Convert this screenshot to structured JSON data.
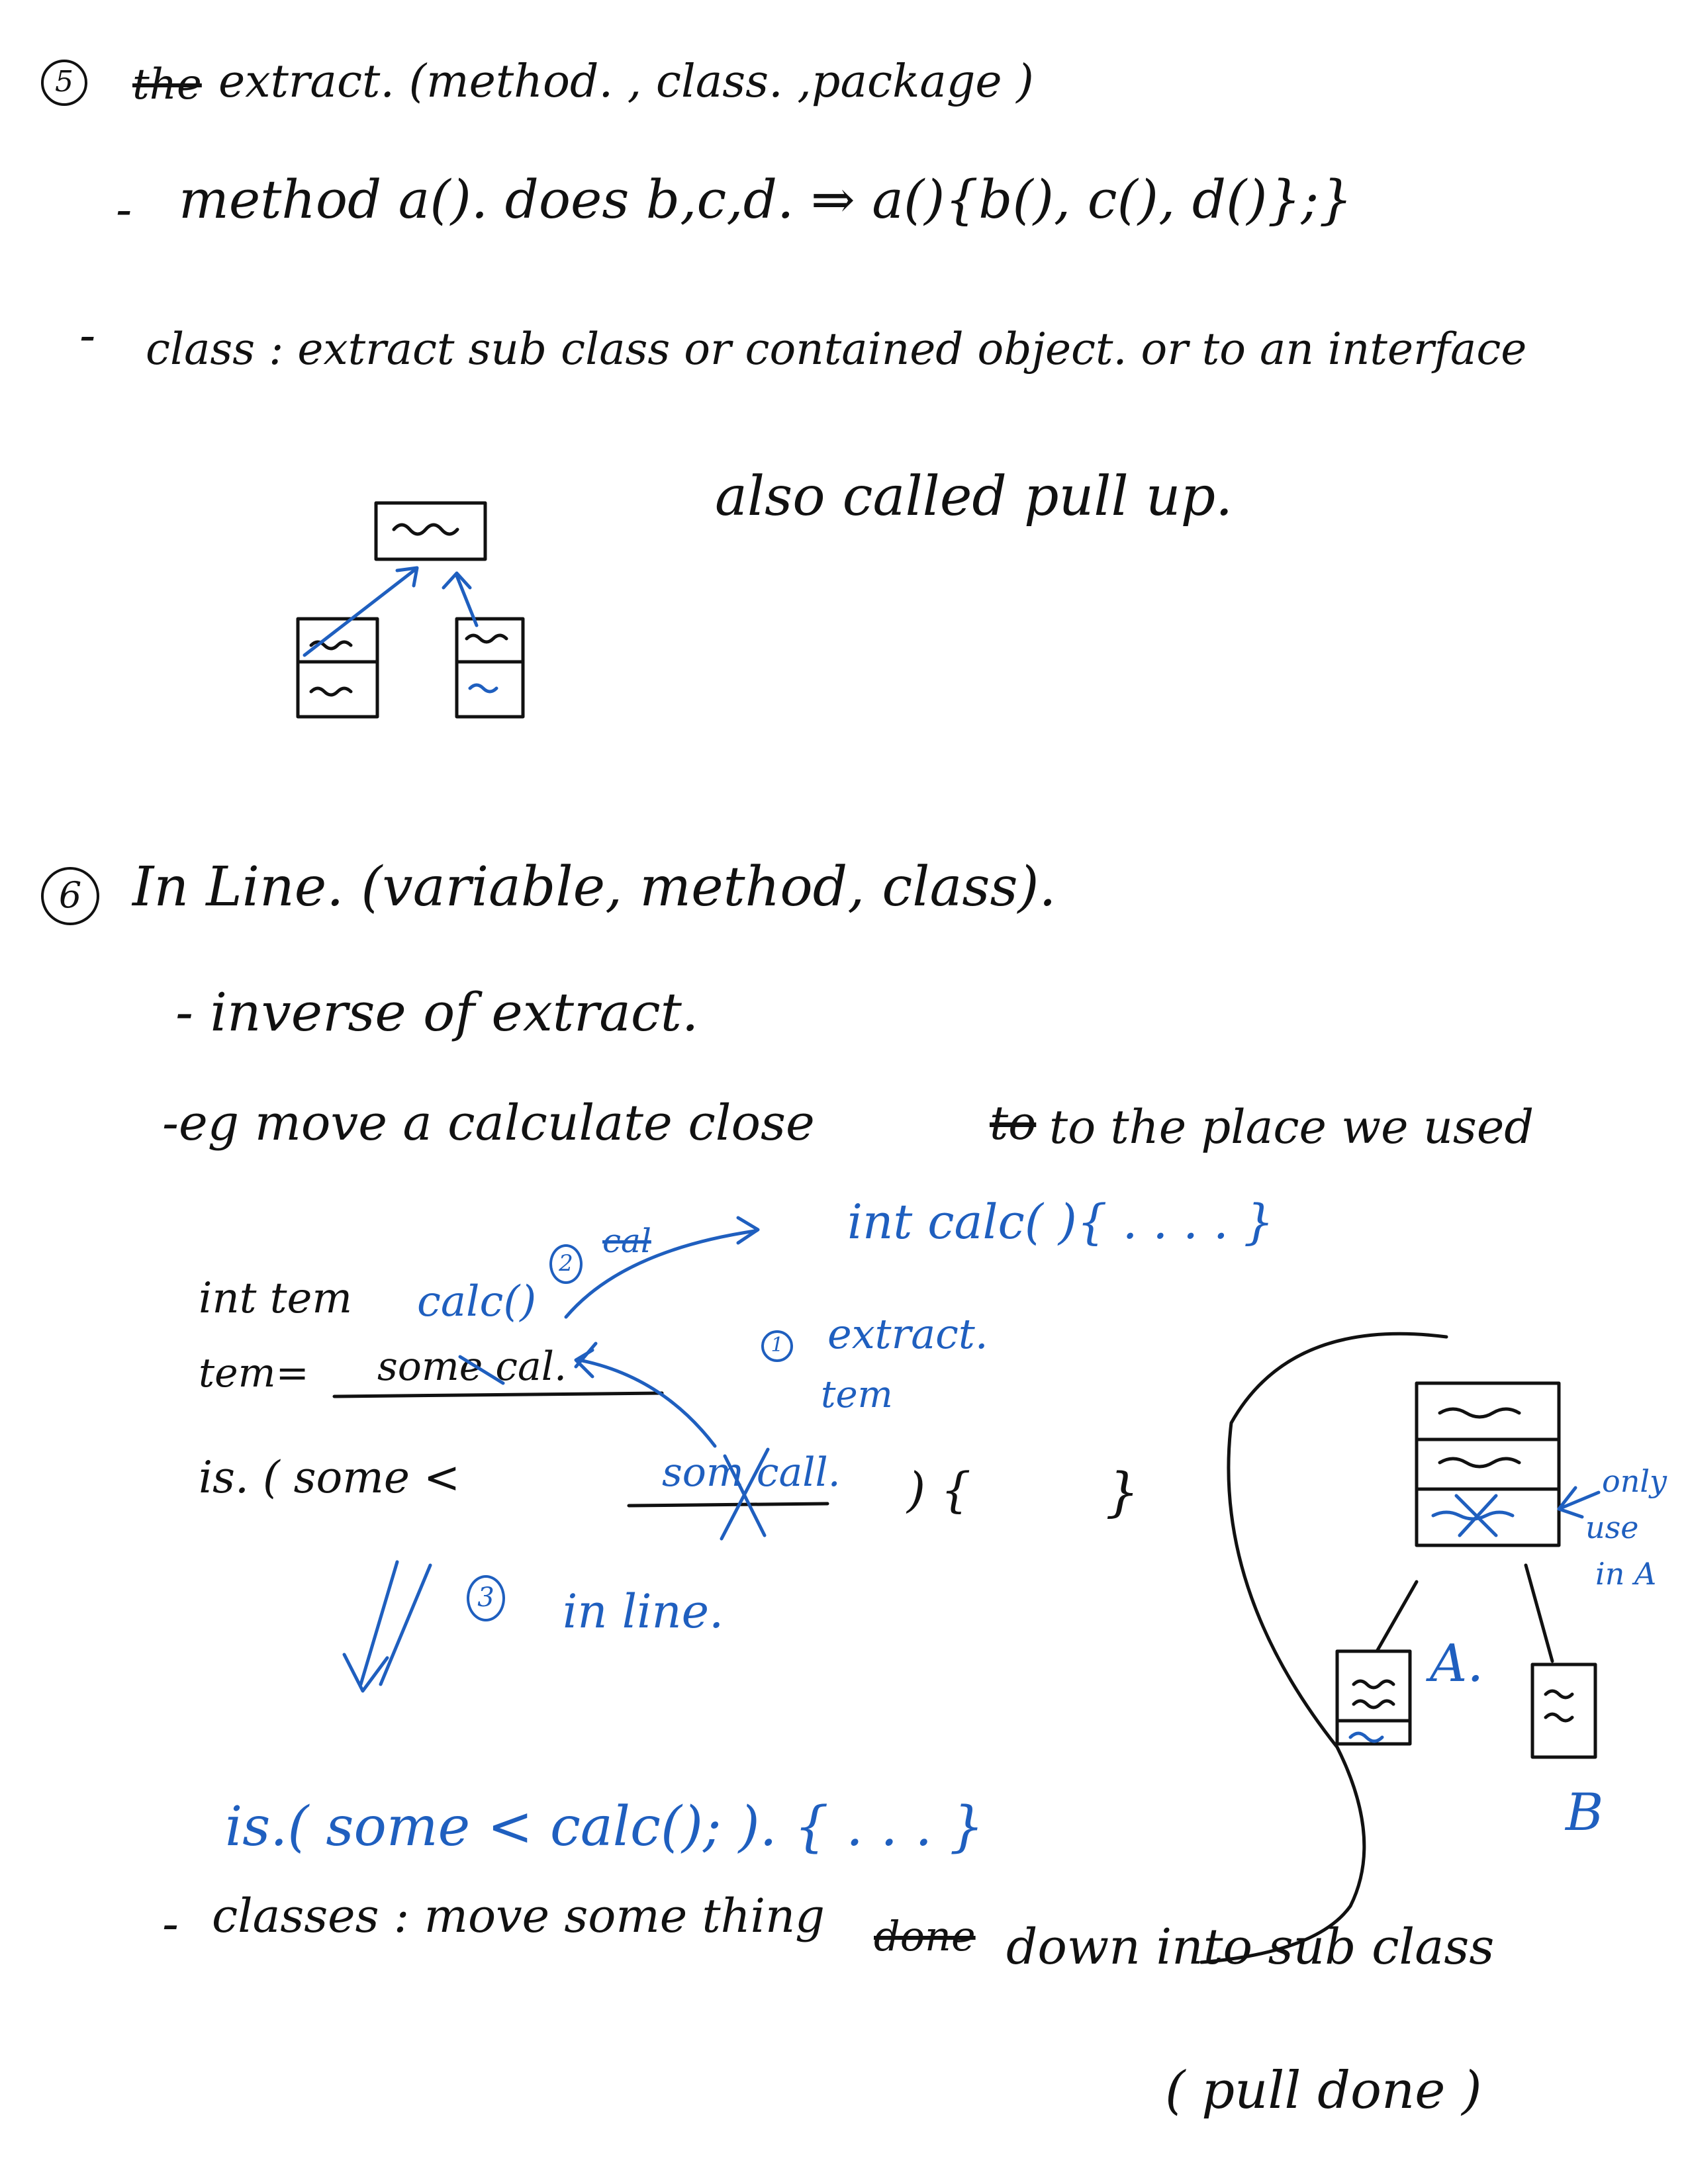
{
  "colors": {
    "ink": "#111111",
    "blue_ink": "#1f5fbf",
    "paper": "#ffffff"
  },
  "section5": {
    "number": "5",
    "struck_word": "the",
    "title": "extract. (method. , class. ,package )",
    "line1_dash": "-",
    "line1": "method a(). does b,c,d. ⇒ a(){b(), c(), d()};}",
    "line2_dash": "-",
    "line2": "class : extract sub class or contained object. or to an interface",
    "note": "also called pull up."
  },
  "section6": {
    "number": "6",
    "title": "In Line. (variable, method, class).",
    "bullet1": "- inverse of extract.",
    "bullet2_a": "-eg move a calculate close",
    "bullet2_struck": "to",
    "bullet2_b": "to the place we used",
    "code": {
      "line1": "int tem",
      "line1_blue": "calc()",
      "line2_a": "tem=",
      "line2_b": "some cal.",
      "line3_a": "is. ( some <",
      "line3_struck": "som call.",
      "line3_b": ") {",
      "line3_c": "}"
    },
    "steps": {
      "step2_num": "2",
      "step2_struck": "cal",
      "step2_code": "int calc( ){ . . . . }",
      "step1_num": "1",
      "step1_label": "extract.",
      "step1_label2": "tem",
      "step3_num": "3",
      "step3_label": "in line."
    },
    "result_line": "is.( some <  calc(); ). {  . . .  }",
    "classes_dash": "-",
    "classes_a": "classes : move some thing",
    "classes_struck": "done",
    "classes_b": "down into sub class",
    "classes_note": "( pull done )"
  },
  "diagram2": {
    "label_a": "A.",
    "label_b": "B",
    "side_note_1": "only",
    "side_note_2": "use",
    "side_note_3": "in A"
  }
}
